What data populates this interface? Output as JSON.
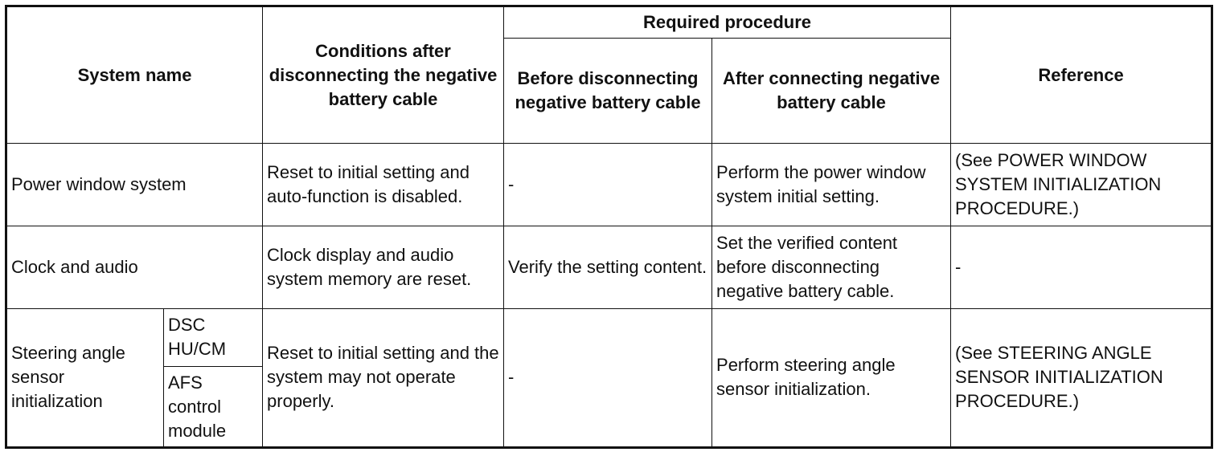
{
  "headers": {
    "system_name": "System name",
    "conditions": "Conditions after disconnecting the negative battery cable",
    "required_procedure": "Required procedure",
    "before": "Before disconnecting negative battery cable",
    "after": "After connecting negative battery cable",
    "reference": "Reference"
  },
  "rows": [
    {
      "system": "Power window system",
      "conditions": "Reset to initial setting and auto-function is disabled.",
      "before": "-",
      "after": "Perform the power window system initial setting.",
      "reference": "(See POWER WINDOW SYSTEM INITIALIZATION PROCEDURE.)"
    },
    {
      "system": "Clock and audio",
      "conditions": "Clock display and audio system memory are reset.",
      "before": "Verify the setting content.",
      "after": "Set the verified content before disconnecting negative battery cable.",
      "reference": "-"
    },
    {
      "system": "Steering angle sensor initialization",
      "subsystems": [
        "DSC HU/CM",
        "AFS control module"
      ],
      "conditions": "Reset to initial setting and the system may not operate properly.",
      "before": "-",
      "after": "Perform steering angle sensor initialization.",
      "reference": "(See STEERING ANGLE SENSOR INITIALIZATION PROCEDURE.)"
    }
  ]
}
